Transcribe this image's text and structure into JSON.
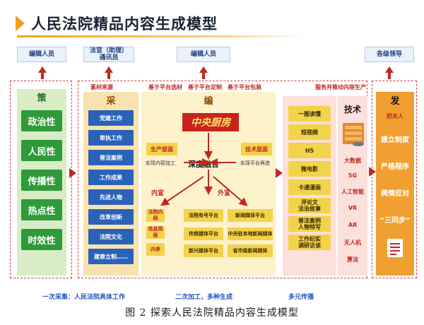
{
  "title": "人民法院精品内容生成模型",
  "top_boxes": [
    "编辑人员",
    "法官（助理）\n通讯员",
    "编辑人员",
    "各级领导"
  ],
  "columns": {
    "ce": {
      "header": "策",
      "items": [
        "政治性",
        "人民性",
        "传播性",
        "热点性",
        "时效性"
      ]
    },
    "cai": {
      "header": "采",
      "note": "素材来源",
      "items": [
        "党建工作",
        "审执工作",
        "普法案例",
        "工作成果",
        "先进人物",
        "改革创新",
        "法院文化",
        "建章立制……"
      ]
    },
    "bian": {
      "header": "编",
      "top_notes": [
        "基于平台选材",
        "基于平台定制",
        "基于平台包装"
      ],
      "logo": "中央厨房",
      "left_box": "生产层面",
      "left_note": "实现内容加工",
      "center": "深度融合",
      "right_box": "技术层面",
      "right_note": "实现平台再造",
      "nei": "内宣",
      "wai": "外宣",
      "neixuan_items": [
        "法院内网",
        "信息简报",
        "内参"
      ],
      "law_items": [
        "法院有号平台",
        "传统媒体平台",
        "新兴媒体平台"
      ],
      "new_items": [
        "新闻媒体平台",
        "中央驻本地新闻媒体",
        "省市级新闻媒体"
      ]
    },
    "chuan": {
      "items": [
        "一图读懂",
        "短视频",
        "H5",
        "微电影",
        "卡通漫画",
        "评论文\n法治故事",
        "普法案例\n人物特写",
        "工作纪实\n调研访谈"
      ]
    },
    "tech": {
      "header": "技术",
      "items": [
        "大数据",
        "5G",
        "人工智能",
        "VR",
        "AR",
        "无人机",
        "算法"
      ]
    },
    "fa": {
      "header": "发",
      "note_top": "服务并推动内容生产",
      "items": [
        "把关人",
        "建立制度",
        "严格程序",
        "舆情应对",
        "“三同步”"
      ]
    }
  },
  "footer": [
    "一次采集：人民法院具体工作",
    "二次加工，多种生成",
    "多元传播"
  ],
  "caption": "图 2   探索人民法院精品内容生成模型"
}
